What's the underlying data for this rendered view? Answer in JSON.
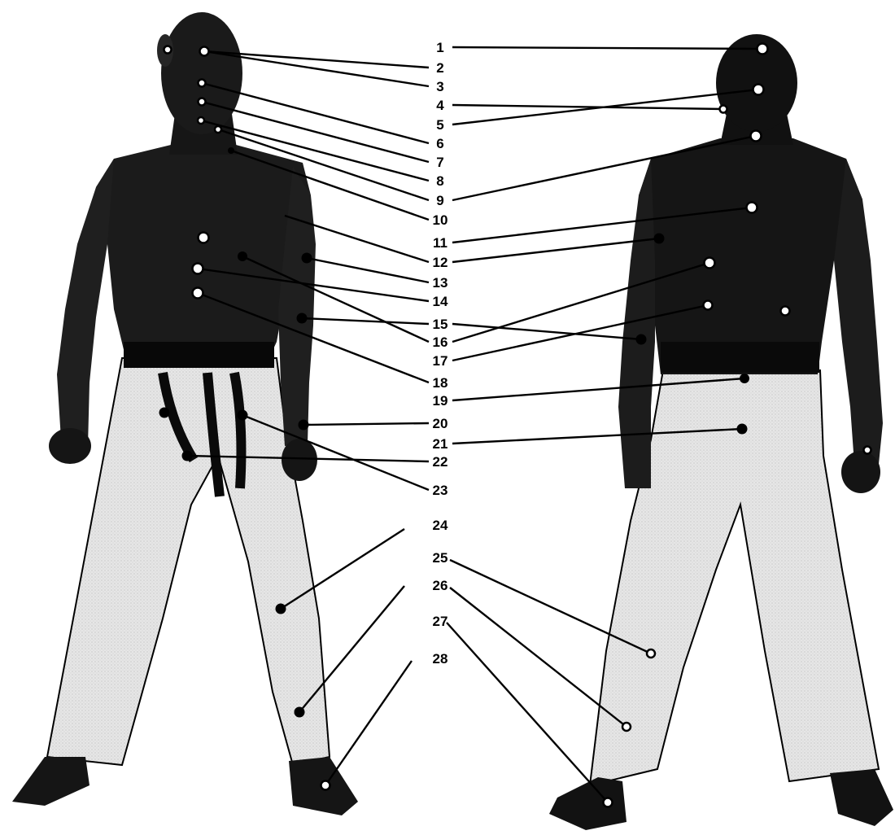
{
  "figure": {
    "left_figure": "front view",
    "right_figure": "back view",
    "ink_color": "#000000",
    "background_color": "#ffffff",
    "skin_color": "#1b1b1b",
    "pants_color": "#e9e9e9"
  },
  "labels": [
    "1",
    "2",
    "3",
    "4",
    "5",
    "6",
    "7",
    "8",
    "9",
    "10",
    "11",
    "12",
    "13",
    "14",
    "15",
    "16",
    "17",
    "18",
    "19",
    "20",
    "21",
    "22",
    "23",
    "24",
    "25",
    "26",
    "27",
    "28"
  ]
}
